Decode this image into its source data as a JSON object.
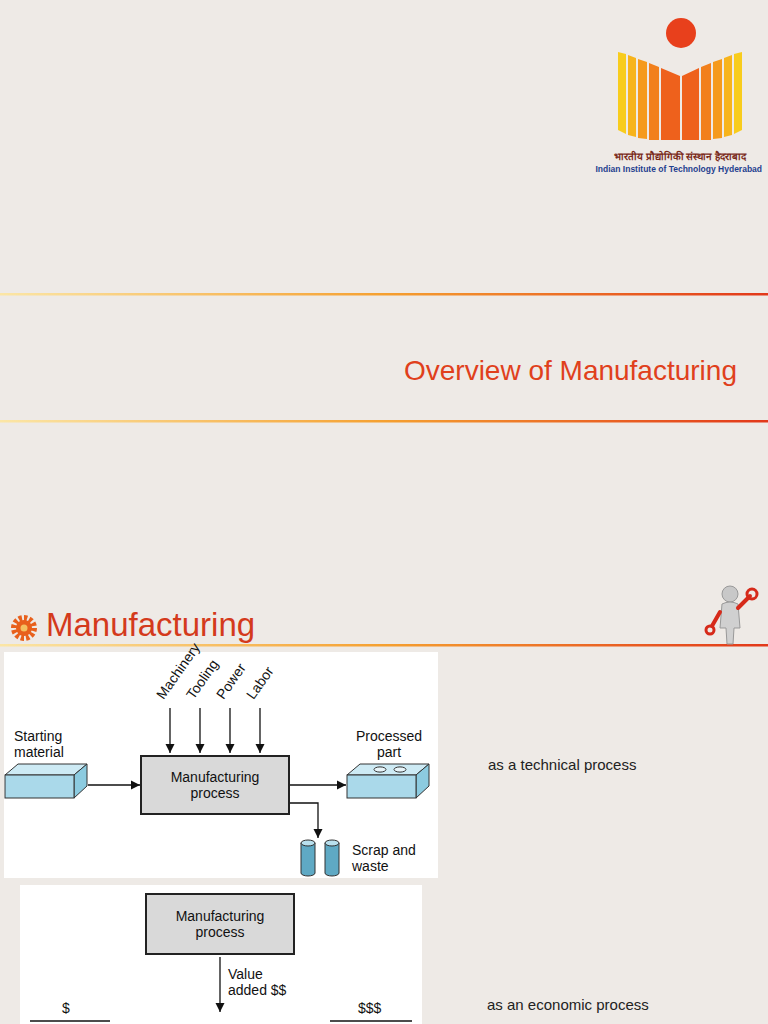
{
  "diagram": {
    "title": "Overview of Manufacturing",
    "nodes": [
      {
        "text": [
          "Starting material"
        ]
      },
      {
        "text": [
          "Manufacturing process"
        ]
      },
      {
        "text": [
          "Processed part"
        ]
      },
      {
        "text": [
          "Scrap and waste"
        ]
      },
      {
        "text": [
          "Manufacturing process"
        ]
      }
    ],
    "edges": [
      {
        "from": 0,
        "to": 1,
        "arrow": "to"
      },
      {
        "from": 1,
        "to": 2,
        "arrow": "to"
      },
      {
        "from": 1,
        "to": 3,
        "arrow": "to"
      }
    ],
    "labels": [
      "भारतीय प्रौद्योगिकी संस्थान हैदराबाद",
      "Indian Institute of Technology Hyderabad",
      "Manufacturing",
      "Machinery",
      "Tooling",
      "Power",
      "Labor",
      "as a technical process",
      "Value added $$",
      "$",
      "$$$",
      "as an economic process"
    ]
  }
}
